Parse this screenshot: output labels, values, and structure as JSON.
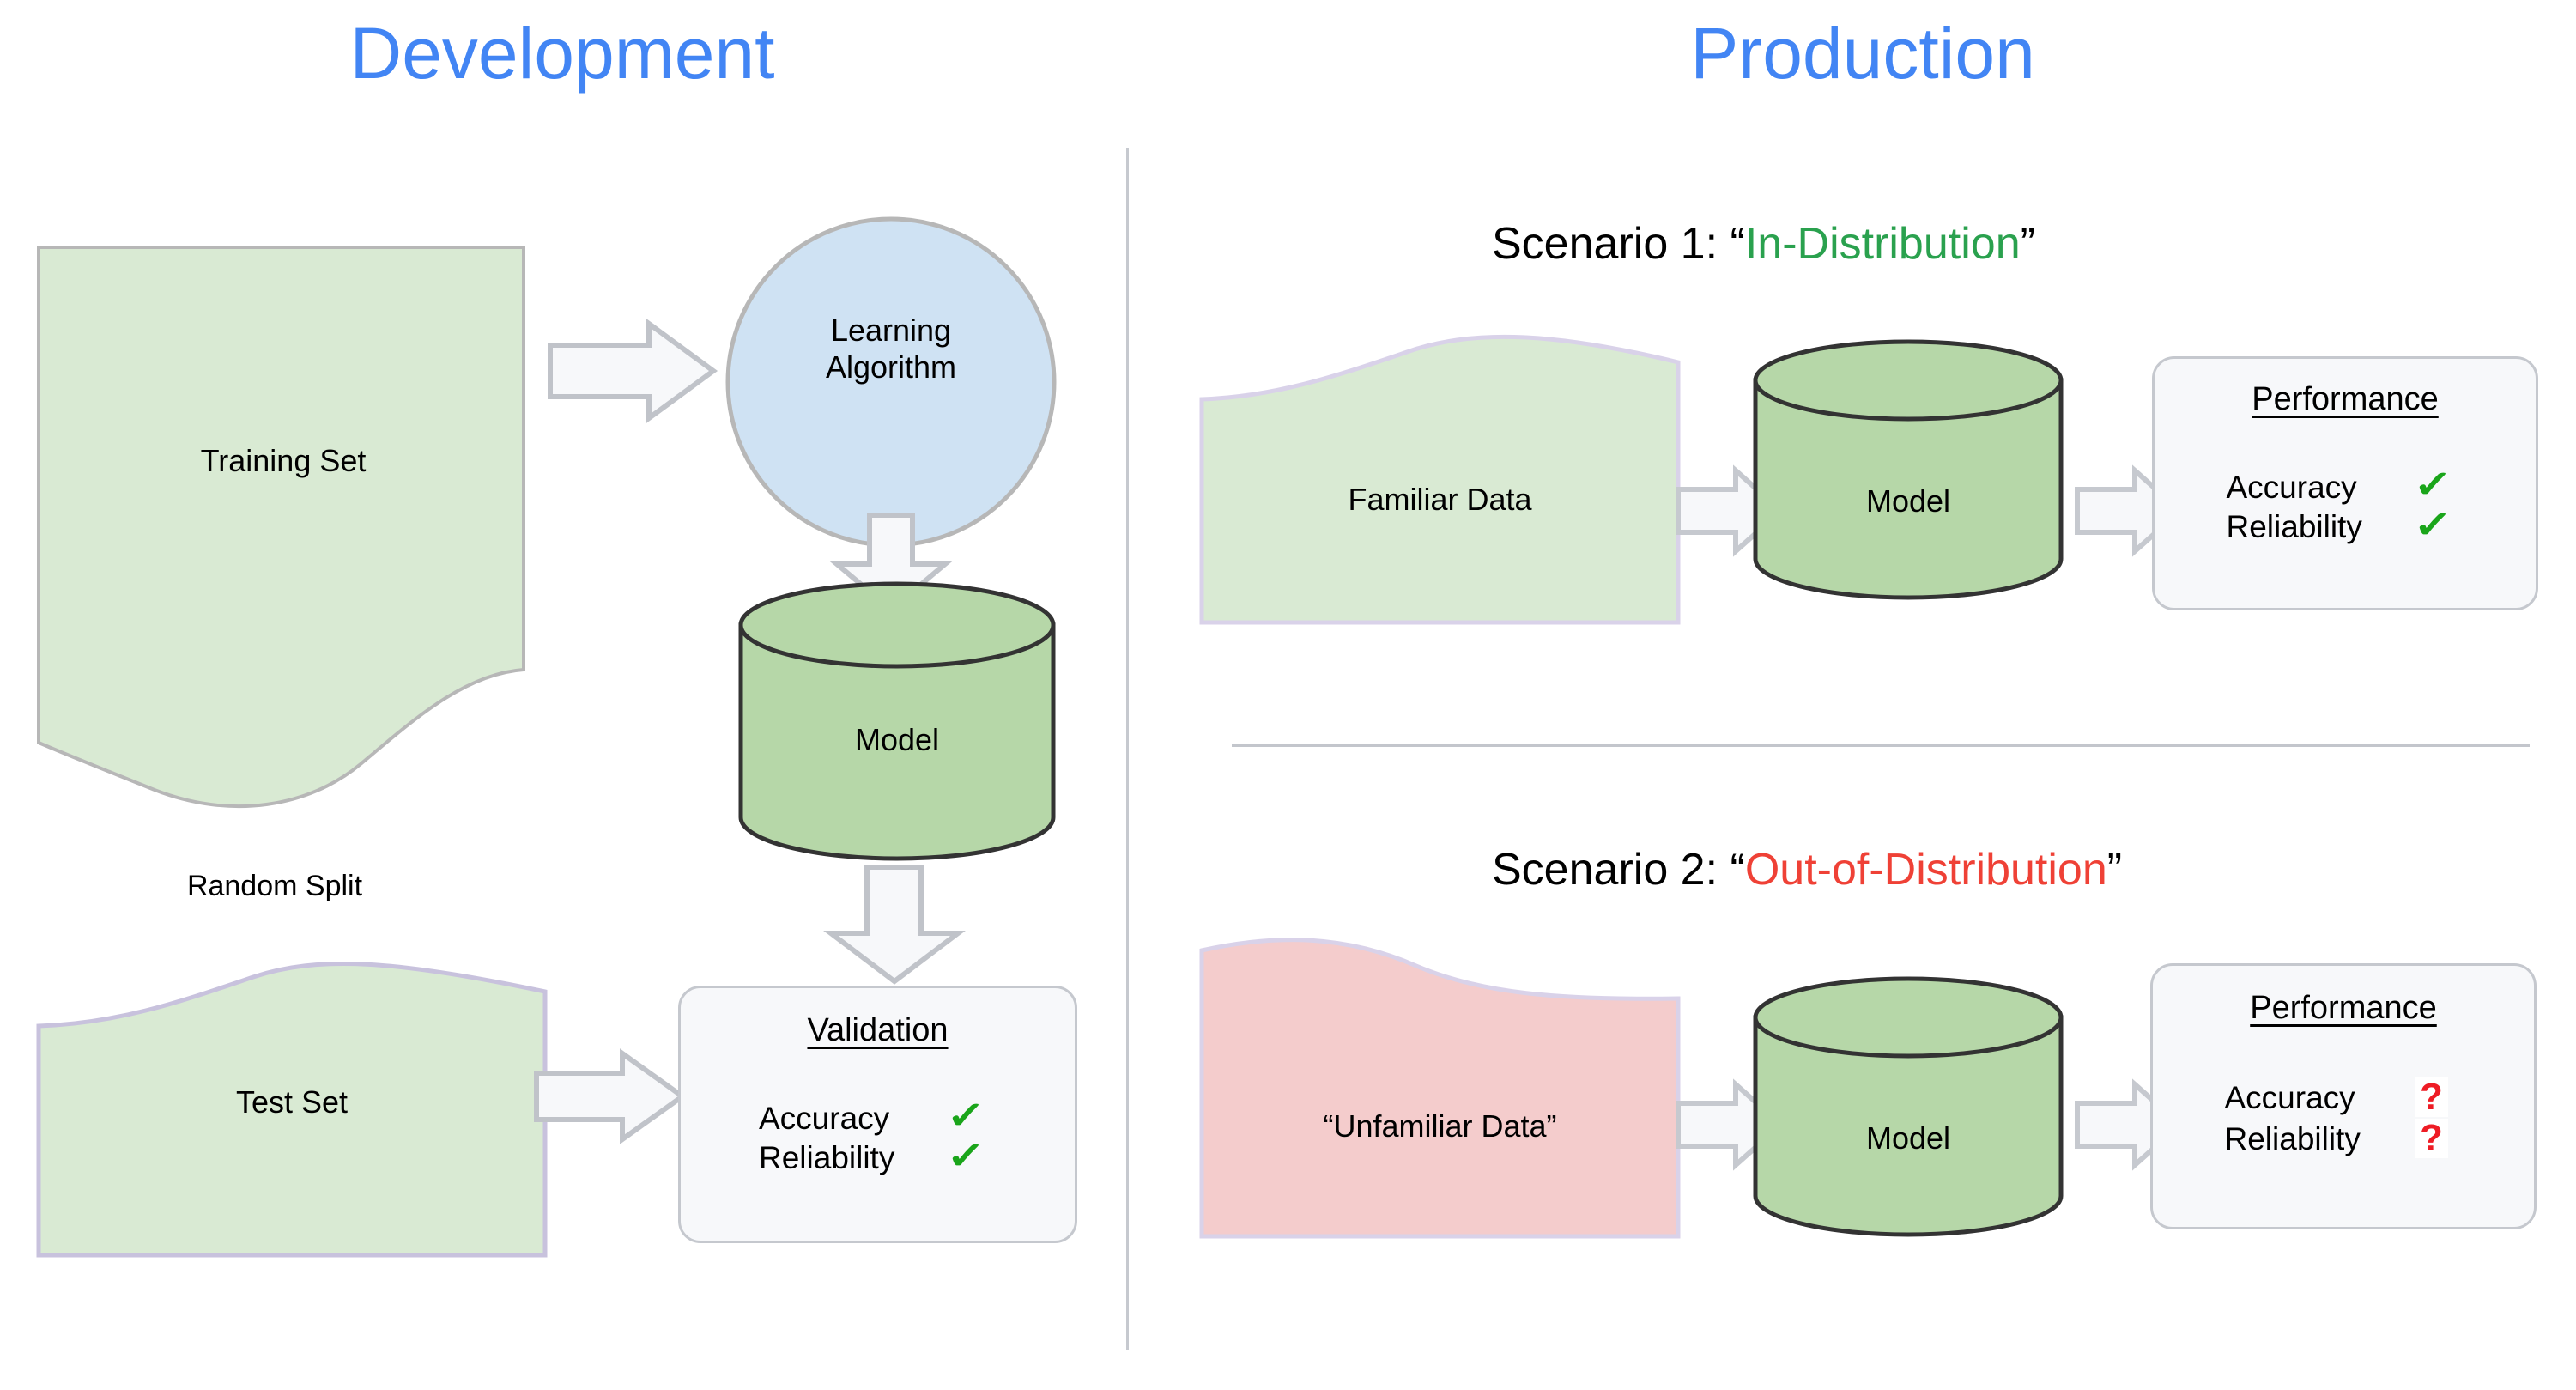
{
  "columns": {
    "development": {
      "title": "Development"
    },
    "production": {
      "title": "Production"
    }
  },
  "development": {
    "training_set": {
      "label": "Training Set",
      "fill": "#d9ead3",
      "stroke": "#b7b7b7"
    },
    "random_split_label": "Random Split",
    "test_set": {
      "label": "Test Set",
      "fill": "#d9ead3",
      "stroke": "#c8c2dd"
    },
    "learning_algorithm": {
      "label_line1": "Learning",
      "label_line2": "Algorithm",
      "fill": "#cfe2f3",
      "stroke": "#b7b7b7"
    },
    "model": {
      "label": "Model",
      "fill": "#b6d7a8",
      "stroke": "#333333"
    },
    "validation_card": {
      "title": "Validation",
      "metrics": [
        {
          "name": "Accuracy",
          "mark": "✓",
          "mark_type": "check"
        },
        {
          "name": "Reliability",
          "mark": "✓",
          "mark_type": "check"
        }
      ]
    },
    "arrows": [
      {
        "name": "training-to-algorithm-arrow",
        "direction": "right"
      },
      {
        "name": "algorithm-to-model-arrow",
        "direction": "down"
      },
      {
        "name": "model-to-validation-arrow",
        "direction": "down"
      },
      {
        "name": "test-to-validation-arrow",
        "direction": "right"
      }
    ]
  },
  "production": {
    "scenario_1": {
      "prefix": "Scenario 1: ",
      "open_quote": "“",
      "term": "In-Distribution",
      "close_quote": "”",
      "term_color": "#2aa14e",
      "data_block": {
        "label": "Familiar Data",
        "fill": "#d9ead3",
        "stroke": "#d9d2e9"
      },
      "model": {
        "label": "Model",
        "fill": "#b6d7a8",
        "stroke": "#333333"
      },
      "performance_card": {
        "title": "Performance",
        "metrics": [
          {
            "name": "Accuracy",
            "mark": "✓",
            "mark_type": "check"
          },
          {
            "name": "Reliability",
            "mark": "✓",
            "mark_type": "check"
          }
        ]
      }
    },
    "scenario_2": {
      "prefix": "Scenario 2: ",
      "open_quote": "“",
      "term": "Out-of-Distribution",
      "close_quote": "”",
      "term_color": "#ef4136",
      "data_block": {
        "label": "“Unfamiliar Data”",
        "fill": "#f4cccc",
        "stroke": "#d9d2e9"
      },
      "model": {
        "label": "Model",
        "fill": "#b6d7a8",
        "stroke": "#333333"
      },
      "performance_card": {
        "title": "Performance",
        "metrics": [
          {
            "name": "Accuracy",
            "mark": "?",
            "mark_type": "question"
          },
          {
            "name": "Reliability",
            "mark": "?",
            "mark_type": "question"
          }
        ]
      }
    }
  },
  "colors": {
    "accent_blue": "#4285f4",
    "green_check": "#1aa51a",
    "red_question": "#ee1c25",
    "divider": "#c5c8ce",
    "arrow_fill": "#f7f8fa",
    "arrow_stroke": "#c0c3c9"
  }
}
